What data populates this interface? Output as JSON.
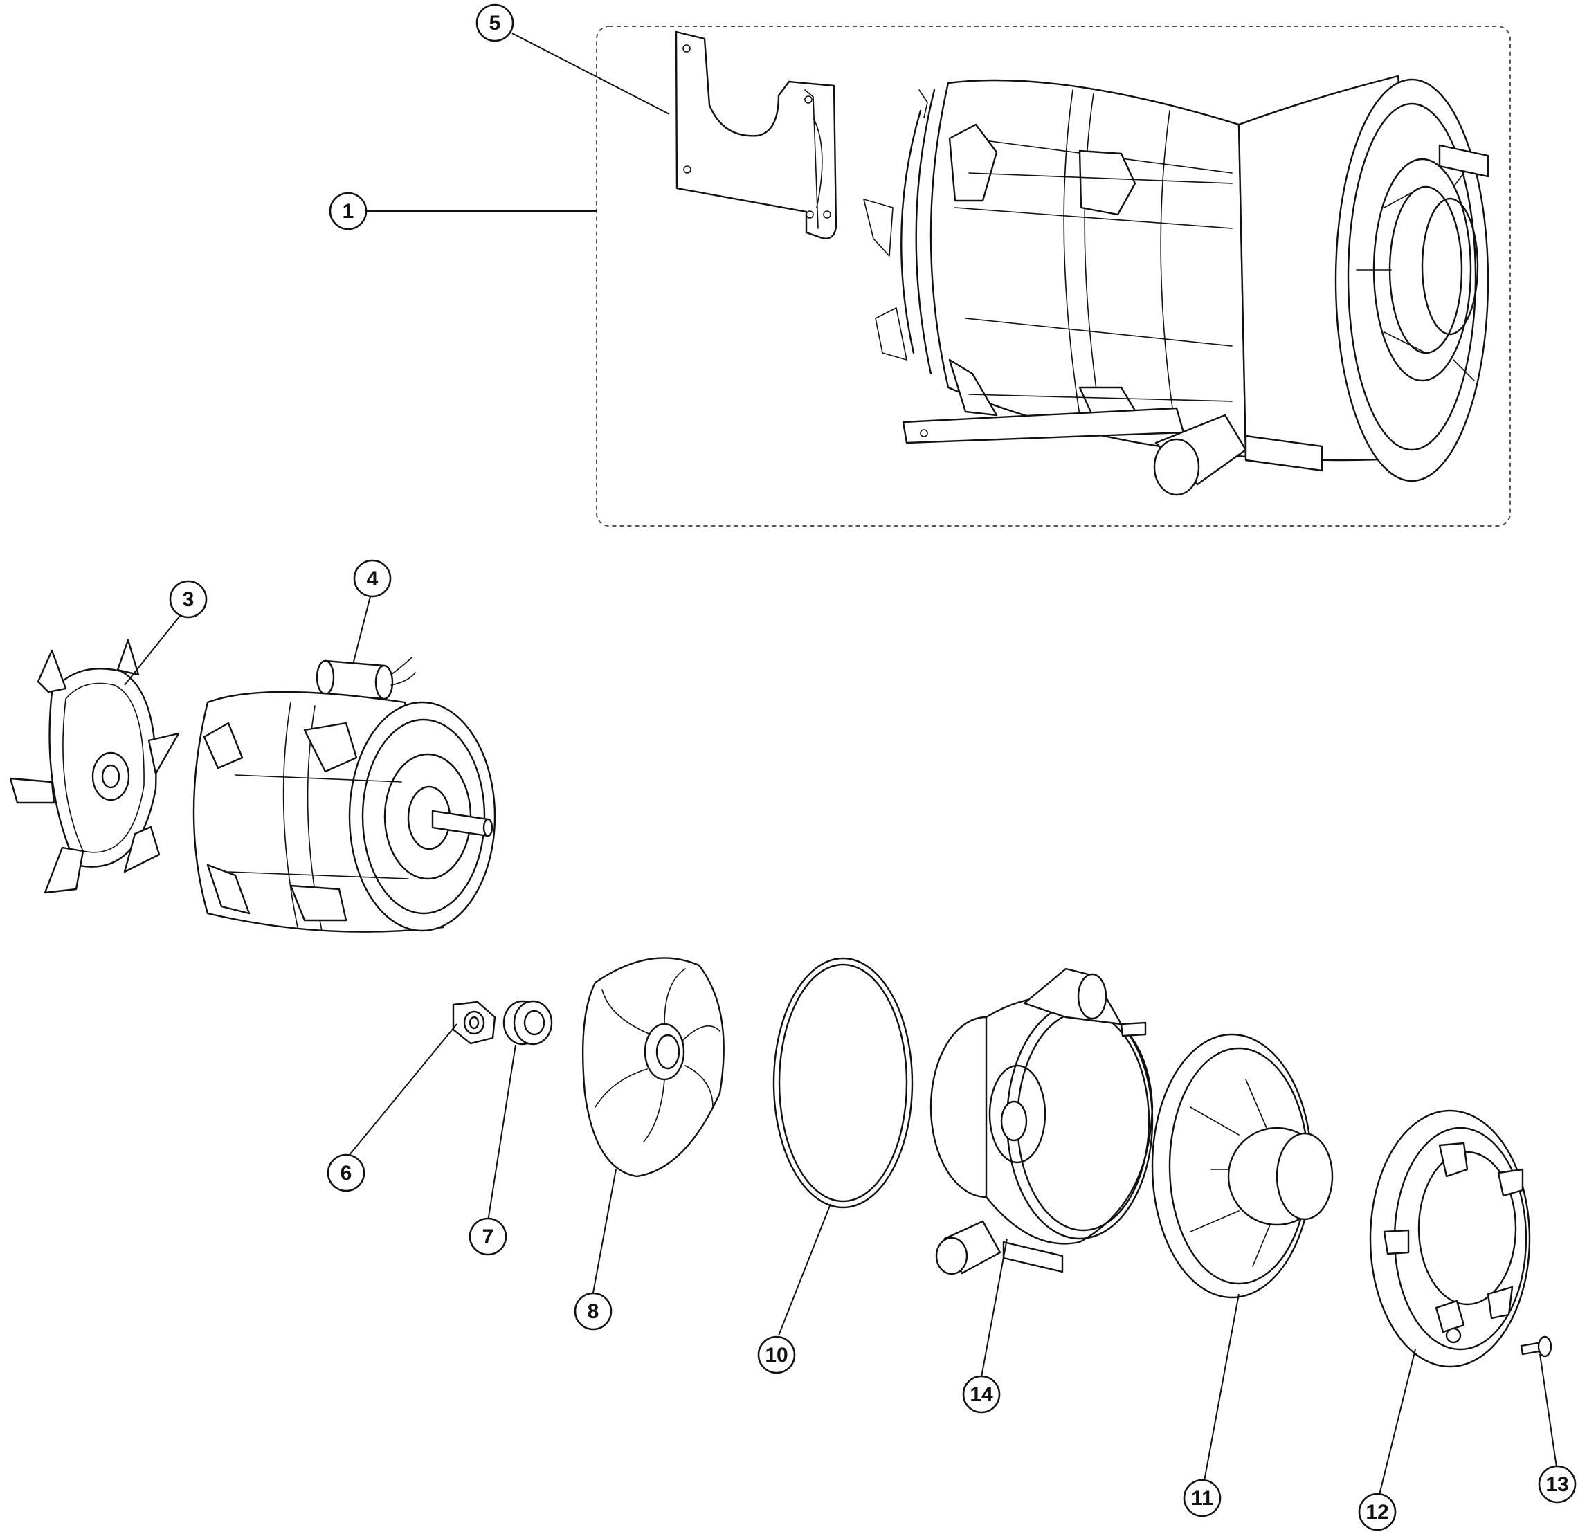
{
  "diagram": {
    "colors": {
      "line": "#111111",
      "background": "#ffffff",
      "group_box": "#555555"
    },
    "callouts": [
      {
        "id": "1",
        "label": "1",
        "target": "pump-motor-assembly"
      },
      {
        "id": "3",
        "label": "3",
        "target": "cooling-fan"
      },
      {
        "id": "4",
        "label": "4",
        "target": "capacitor"
      },
      {
        "id": "5",
        "label": "5",
        "target": "mounting-bracket"
      },
      {
        "id": "6",
        "label": "6",
        "target": "shaft-nut"
      },
      {
        "id": "7",
        "label": "7",
        "target": "shaft-seal"
      },
      {
        "id": "8",
        "label": "8",
        "target": "impeller"
      },
      {
        "id": "10",
        "label": "10",
        "target": "o-ring"
      },
      {
        "id": "11",
        "label": "11",
        "target": "diffuser"
      },
      {
        "id": "12",
        "label": "12",
        "target": "cover-plate"
      },
      {
        "id": "13",
        "label": "13",
        "target": "screw"
      },
      {
        "id": "14",
        "label": "14",
        "target": "pump-housing"
      }
    ]
  }
}
